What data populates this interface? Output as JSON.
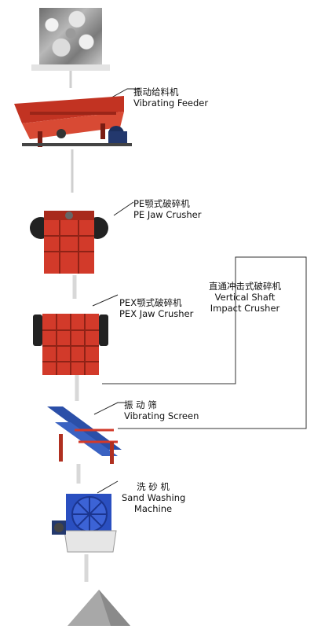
{
  "stages": [
    {
      "cn": "振动给料机",
      "en": "Vibrating Feeder"
    },
    {
      "cn": "PE颚式破碎机",
      "en": "PE Jaw Crusher"
    },
    {
      "cn": "PEX颚式破碎机",
      "en": "PEX Jaw Crusher"
    },
    {
      "cn": "振 动 筛",
      "en": "Vibrating Screen"
    },
    {
      "cn": "洗 砂 机",
      "en": "Sand Washing",
      "en2": "Machine"
    }
  ],
  "side_machine": {
    "cn": "直通冲击式破碎机",
    "en": "Vertical Shaft",
    "en2": "Impact Crusher"
  },
  "icons": [
    "raw-stone-image",
    "vibrating-feeder-image",
    "pe-jaw-crusher-image",
    "pex-jaw-crusher-image",
    "vibrating-screen-image",
    "sand-washing-machine-image",
    "sand-pile-image"
  ],
  "colors": {
    "machine_red": "#d23a2a",
    "screen_blue": "#2b4fa8",
    "washer_blue": "#2a4fc0",
    "flow_line": "#999999"
  }
}
